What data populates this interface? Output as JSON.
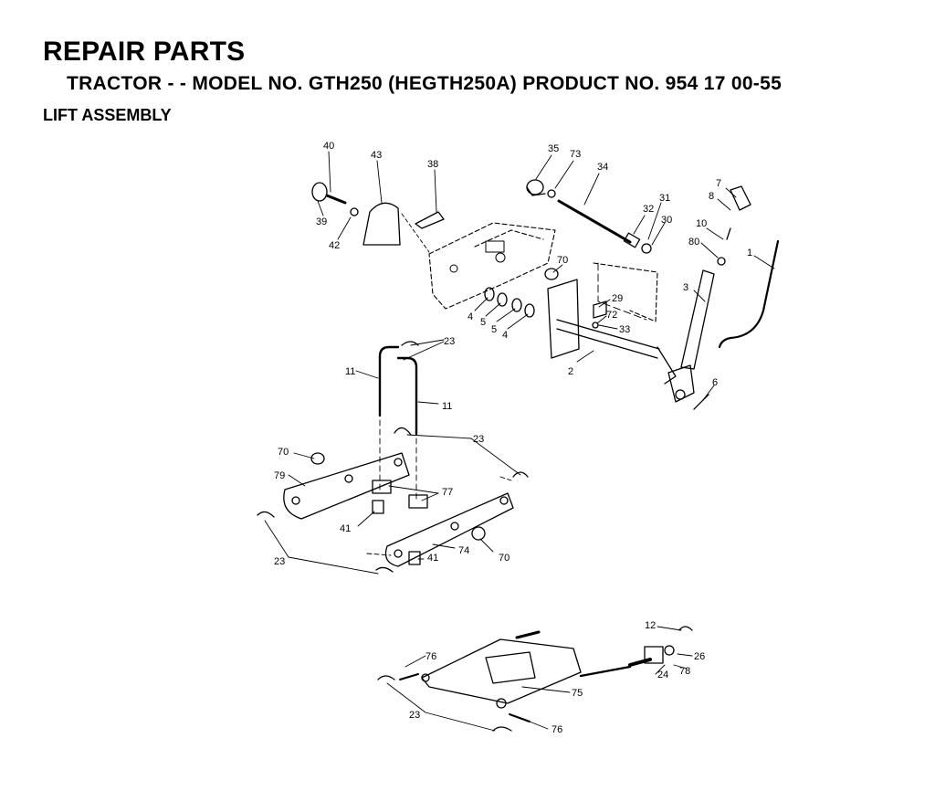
{
  "header": {
    "title": "REPAIR PARTS",
    "subtitle": "TRACTOR - - MODEL NO. GTH250 (HEGTH250A) PRODUCT NO. 954 17 00-55",
    "section": "LIFT ASSEMBLY"
  },
  "callouts": {
    "c40": "40",
    "c43": "43",
    "c38": "38",
    "c39": "39",
    "c42": "42",
    "c35": "35",
    "c73": "73",
    "c34": "34",
    "c31": "31",
    "c32": "32",
    "c30": "30",
    "c7": "7",
    "c8": "8",
    "c10": "10",
    "c80": "80",
    "c1": "1",
    "c3": "3",
    "c70a": "70",
    "c29": "29",
    "c72": "72",
    "c33": "33",
    "c4a": "4",
    "c5a": "5",
    "c5b": "5",
    "c4b": "4",
    "c2": "2",
    "c6": "6",
    "c23a": "23",
    "c11a": "11",
    "c11b": "11",
    "c23b": "23",
    "c70b": "70",
    "c79": "79",
    "c77": "77",
    "c41a": "41",
    "c23c": "23",
    "c74": "74",
    "c41b": "41",
    "c70c": "70",
    "c12": "12",
    "c26": "26",
    "c78": "78",
    "c24": "24",
    "c76a": "76",
    "c75": "75",
    "c23d": "23",
    "c76b": "76"
  }
}
